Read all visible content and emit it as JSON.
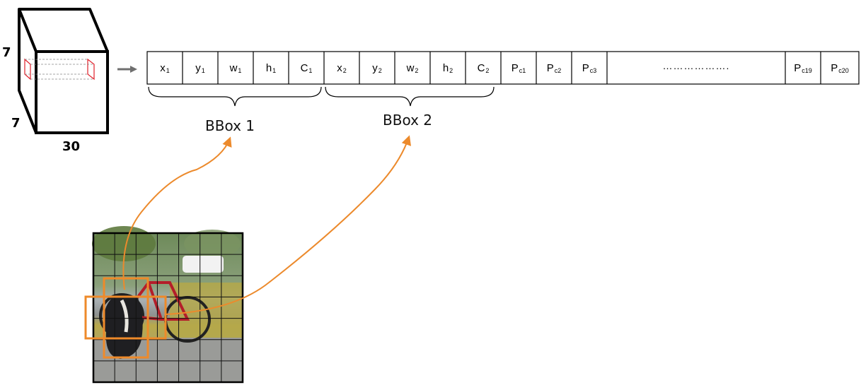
{
  "tensor": {
    "height": "7",
    "width": "7",
    "depth": "30"
  },
  "vector": {
    "cells": [
      {
        "main": "x",
        "sub": "1"
      },
      {
        "main": "y",
        "sub": "1"
      },
      {
        "main": "w",
        "sub": "1"
      },
      {
        "main": "h",
        "sub": "1"
      },
      {
        "main": "C",
        "sub": "1"
      },
      {
        "main": "x",
        "sub": "2"
      },
      {
        "main": "y",
        "sub": "2"
      },
      {
        "main": "w",
        "sub": "2"
      },
      {
        "main": "h",
        "sub": "2"
      },
      {
        "main": "C",
        "sub": "2"
      },
      {
        "main": "P",
        "sub": "c1"
      },
      {
        "main": "P",
        "sub": "c2"
      },
      {
        "main": "P",
        "sub": "c3"
      },
      {
        "main": "……………….",
        "sub": ""
      },
      {
        "main": "P",
        "sub": "c19"
      },
      {
        "main": "P",
        "sub": "c20"
      }
    ]
  },
  "groups": [
    {
      "label": "BBox 1"
    },
    {
      "label": "BBox 2"
    }
  ],
  "colors": {
    "arrow": "#ec8a2c",
    "slice": "#e0202a",
    "box": "#ee8a2a",
    "grid": "#111111"
  }
}
